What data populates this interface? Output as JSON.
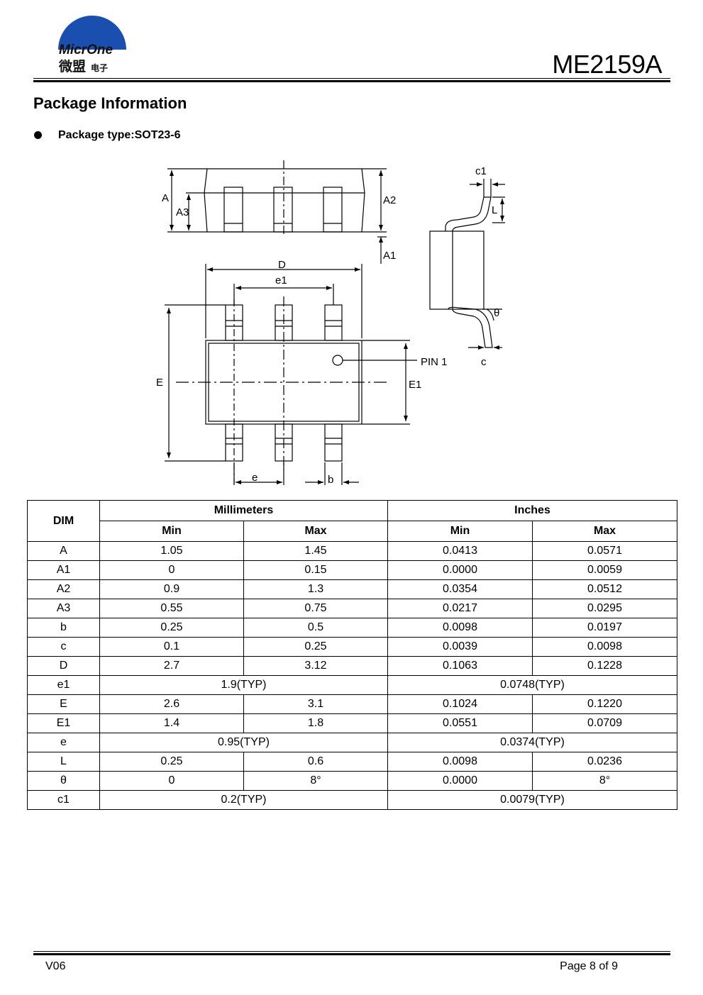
{
  "header": {
    "logo_text_en": "MicrOne",
    "logo_text_cn": "微盟",
    "logo_text_cn_small": "电子",
    "part_number": "ME2159A"
  },
  "section": {
    "title": "Package Information",
    "package_type": "Package type:SOT23-6"
  },
  "drawing_labels": {
    "A": "A",
    "A1": "A1",
    "A2": "A2",
    "A3": "A3",
    "D": "D",
    "e1": "e1",
    "E": "E",
    "E1": "E1",
    "e": "e",
    "b": "b",
    "c": "c",
    "c1": "c1",
    "L": "L",
    "theta": "θ",
    "pin1": "PIN 1"
  },
  "table": {
    "dim_header": "DIM",
    "mm_header": "Millimeters",
    "inch_header": "Inches",
    "min": "Min",
    "max": "Max",
    "rows": [
      {
        "dim": "A",
        "mm_min": "1.05",
        "mm_max": "1.45",
        "in_min": "0.0413",
        "in_max": "0.0571"
      },
      {
        "dim": "A1",
        "mm_min": "0",
        "mm_max": "0.15",
        "in_min": "0.0000",
        "in_max": "0.0059"
      },
      {
        "dim": "A2",
        "mm_min": "0.9",
        "mm_max": "1.3",
        "in_min": "0.0354",
        "in_max": "0.0512"
      },
      {
        "dim": "A3",
        "mm_min": "0.55",
        "mm_max": "0.75",
        "in_min": "0.0217",
        "in_max": "0.0295"
      },
      {
        "dim": "b",
        "mm_min": "0.25",
        "mm_max": "0.5",
        "in_min": "0.0098",
        "in_max": "0.0197"
      },
      {
        "dim": "c",
        "mm_min": "0.1",
        "mm_max": "0.25",
        "in_min": "0.0039",
        "in_max": "0.0098"
      },
      {
        "dim": "D",
        "mm_min": "2.7",
        "mm_max": "3.12",
        "in_min": "0.1063",
        "in_max": "0.1228"
      },
      {
        "dim": "e1",
        "mm_typ": "1.9(TYP)",
        "in_typ": "0.0748(TYP)"
      },
      {
        "dim": "E",
        "mm_min": "2.6",
        "mm_max": "3.1",
        "in_min": "0.1024",
        "in_max": "0.1220"
      },
      {
        "dim": "E1",
        "mm_min": "1.4",
        "mm_max": "1.8",
        "in_min": "0.0551",
        "in_max": "0.0709"
      },
      {
        "dim": "e",
        "mm_typ": "0.95(TYP)",
        "in_typ": "0.0374(TYP)"
      },
      {
        "dim": "L",
        "mm_min": "0.25",
        "mm_max": "0.6",
        "in_min": "0.0098",
        "in_max": "0.0236"
      },
      {
        "dim": "θ",
        "mm_min": "0",
        "mm_max": "8°",
        "in_min": "0.0000",
        "in_max": "8°"
      },
      {
        "dim": "c1",
        "mm_typ": "0.2(TYP)",
        "in_typ": "0.0079(TYP)"
      }
    ]
  },
  "footer": {
    "version": "V06",
    "page": "Page 8 of 9"
  },
  "colors": {
    "logo_blue": "#1a4fb0",
    "logo_dark": "#111111"
  }
}
